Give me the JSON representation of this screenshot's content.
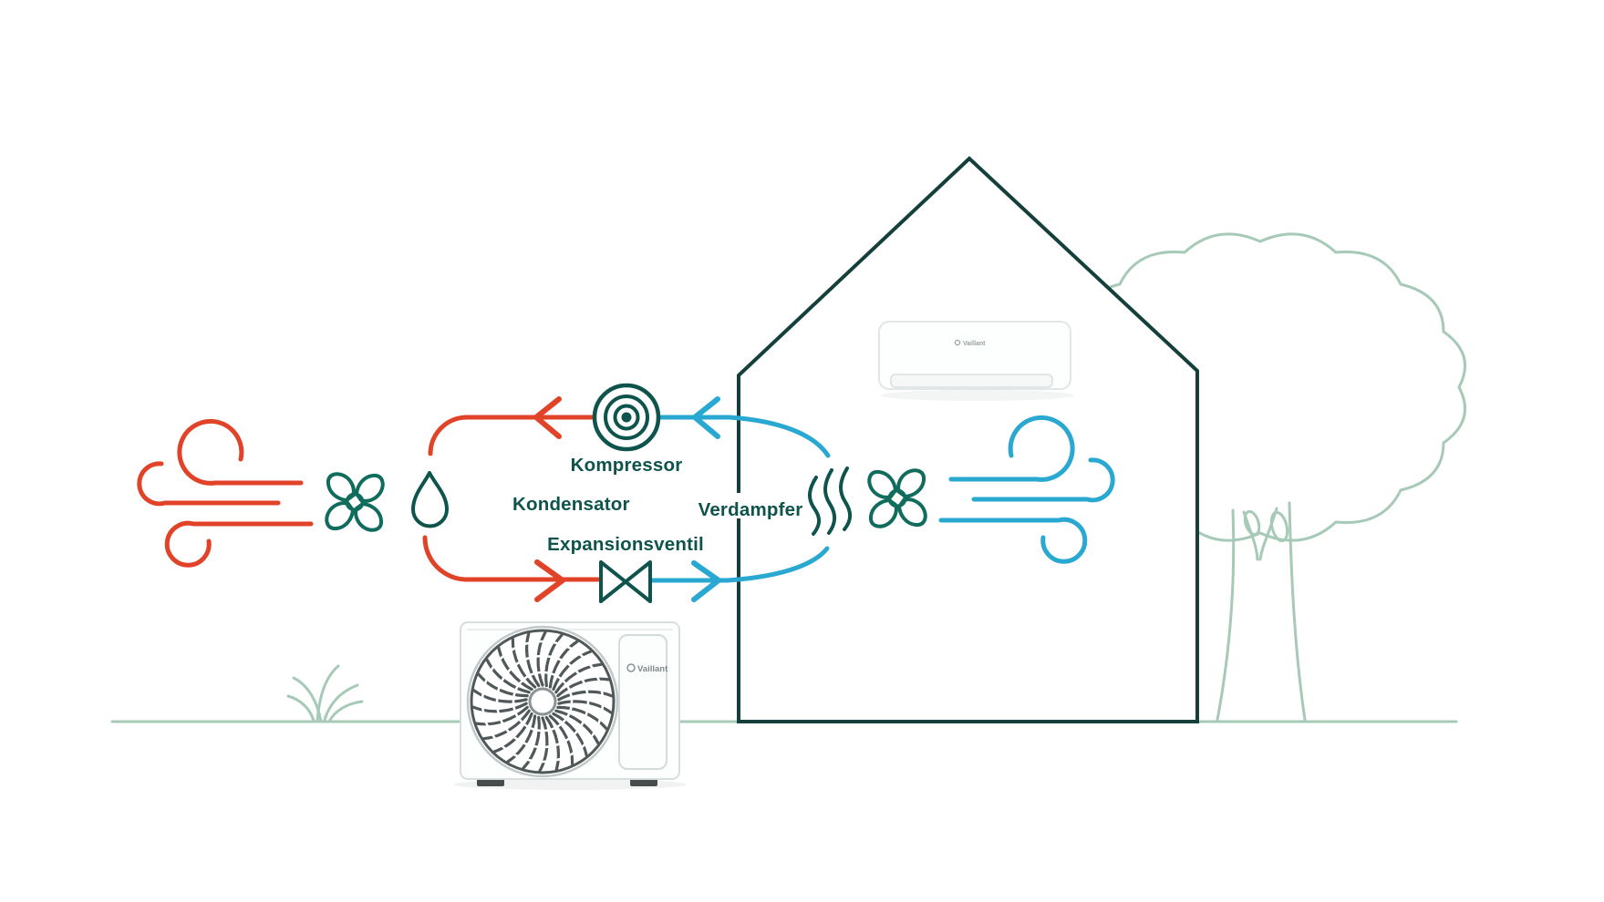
{
  "diagram": {
    "title_hint": "Heat pump refrigeration cycle (air conditioning) illustration",
    "labels": {
      "compressor": "Kompressor",
      "condenser": "Kondensator",
      "expansion_valve": "Expansionsventil",
      "evaporator": "Verdampfer"
    },
    "brand": {
      "indoor_unit_logo": "Vaillant",
      "outdoor_unit_logo": "Vaillant"
    },
    "colors": {
      "hot_side_red": "#E04327",
      "cold_side_blue": "#29A8D1",
      "icon_dark_green": "#0E544C",
      "house_outline": "#143F3B",
      "landscape_sage": "#A7C9B7"
    },
    "flow": {
      "top_direction": "right-to-left (evaporator to compressor to condenser)",
      "bottom_direction": "left-to-right (condenser to expansion valve to evaporator)"
    }
  }
}
